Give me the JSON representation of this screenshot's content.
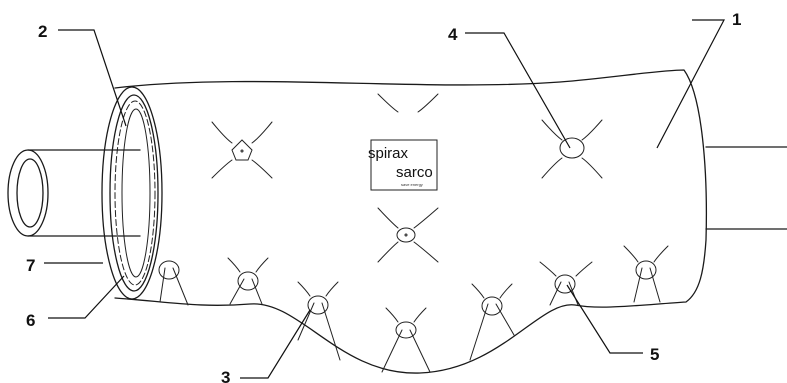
{
  "callouts": [
    {
      "label": "1",
      "part": "jacket body"
    },
    {
      "label": "2",
      "part": "end collar"
    },
    {
      "label": "3",
      "part": "lacing eyelet"
    },
    {
      "label": "4",
      "part": "eyelet"
    },
    {
      "label": "5",
      "part": "lacing eyelet"
    },
    {
      "label": "6",
      "part": "outer end ring"
    },
    {
      "label": "7",
      "part": "inner end ring"
    }
  ],
  "brand_label": {
    "line1": "spirax",
    "line2": "sarco",
    "tagline": "save energy"
  }
}
